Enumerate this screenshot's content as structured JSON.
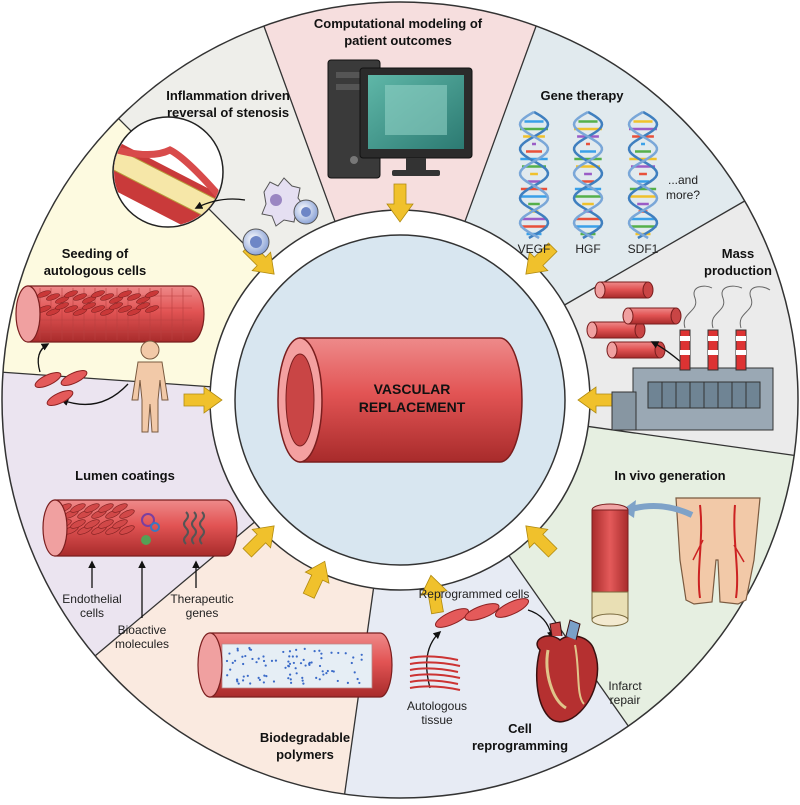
{
  "center": {
    "line1": "VASCULAR",
    "line2": "REPLACEMENT"
  },
  "segments": {
    "modeling": {
      "title1": "Computational modeling of",
      "title2": "patient outcomes",
      "color": "#f6dede",
      "icon": "computer-icon"
    },
    "gene_therapy": {
      "title": "Gene therapy",
      "genes": [
        "VEGF",
        "HGF",
        "SDF1"
      ],
      "more1": "...and",
      "more2": "more?",
      "color": "#e1eaee",
      "icon": "dna-icon"
    },
    "mass_production": {
      "title1": "Mass",
      "title2": "production",
      "color": "#ebebeb",
      "icon": "factory-icon"
    },
    "in_vivo": {
      "title": "In vivo generation",
      "color": "#e6efe1",
      "icon": "legs-icon"
    },
    "reprogramming": {
      "title1": "Cell",
      "title2": "reprogramming",
      "reprogrammed": "Reprogrammed cells",
      "autologous1": "Autologous",
      "autologous2": "tissue",
      "infarct1": "Infarct",
      "infarct2": "repair",
      "color": "#e7ebf4",
      "icon": "heart-icon"
    },
    "biodegradable": {
      "title1": "Biodegradable",
      "title2": "polymers",
      "color": "#faeae0",
      "icon": "polymer-vessel-icon"
    },
    "lumen": {
      "title": "Lumen coatings",
      "endo1": "Endothelial",
      "endo2": "cells",
      "bio1": "Bioactive",
      "bio2": "molecules",
      "thera1": "Therapeutic",
      "thera2": "genes",
      "color": "#ebe4f0",
      "icon": "coated-vessel-icon"
    },
    "seeding": {
      "title1": "Seeding of",
      "title2": "autologous cells",
      "color": "#fdfae0",
      "icon": "human-figure-icon"
    },
    "inflammation": {
      "title1": "Inflammation driven",
      "title2": "reversal of stenosis",
      "color": "#eeeeea",
      "icon": "stenosis-icon"
    }
  },
  "colors": {
    "arrow": "#f0c12c",
    "vessel": "#e35a5a",
    "vessel_dark": "#a92b2b",
    "ring": "#ffffff",
    "inner": "#d8e6f0"
  }
}
